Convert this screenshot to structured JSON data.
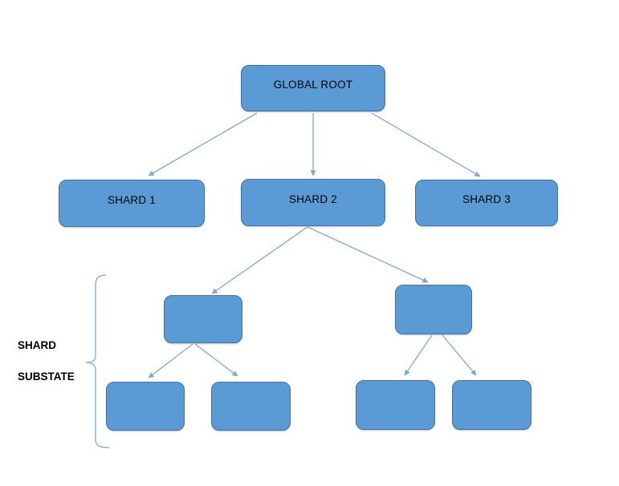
{
  "diagram": {
    "type": "tree",
    "background_color": "#ffffff",
    "node_fill_color": "#5b9bd5",
    "node_border_color": "#41719c",
    "connector_color": "#7da7dc",
    "text_color": "#000000",
    "nodes": [
      {
        "id": "global-root",
        "label": "GLOBAL ROOT"
      },
      {
        "id": "shard-1",
        "label": "SHARD 1"
      },
      {
        "id": "shard-2",
        "label": "SHARD 2"
      },
      {
        "id": "shard-3",
        "label": "SHARD 3"
      },
      {
        "id": "shard2-substate-left",
        "label": ""
      },
      {
        "id": "shard2-substate-right",
        "label": ""
      },
      {
        "id": "shard2-substate-leaf-1",
        "label": ""
      },
      {
        "id": "shard2-substate-leaf-2",
        "label": ""
      },
      {
        "id": "shard2-substate-leaf-3",
        "label": ""
      },
      {
        "id": "shard2-substate-leaf-4",
        "label": ""
      }
    ],
    "edges": [
      {
        "from": "global-root",
        "to": "shard-1"
      },
      {
        "from": "global-root",
        "to": "shard-2"
      },
      {
        "from": "global-root",
        "to": "shard-3"
      },
      {
        "from": "shard-2",
        "to": "shard2-substate-left"
      },
      {
        "from": "shard-2",
        "to": "shard2-substate-right"
      },
      {
        "from": "shard2-substate-left",
        "to": "shard2-substate-leaf-1"
      },
      {
        "from": "shard2-substate-left",
        "to": "shard2-substate-leaf-2"
      },
      {
        "from": "shard2-substate-right",
        "to": "shard2-substate-leaf-3"
      },
      {
        "from": "shard2-substate-right",
        "to": "shard2-substate-leaf-4"
      }
    ],
    "bracket_label": {
      "line1": "SHARD",
      "line2": "SUBSTATE"
    }
  }
}
